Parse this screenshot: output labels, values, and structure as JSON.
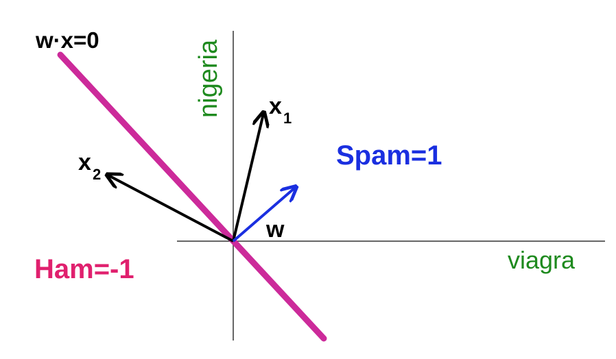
{
  "diagram": {
    "boundary_label": "w·x=0",
    "x_axis_label": "viagra",
    "y_axis_label": "nigeria",
    "spam_label": "Spam=1",
    "ham_label": "Ham=-1",
    "vectors": {
      "x1": {
        "base": "x",
        "sub": "1"
      },
      "x2": {
        "base": "x",
        "sub": "2"
      },
      "w": {
        "label": "w"
      }
    },
    "colors": {
      "boundary": "#cc2a9a",
      "spam": "#1a2fe0",
      "ham": "#e0206e",
      "axis_label": "#1e8a1e",
      "vector": "#000000",
      "weight_vector": "#1a2fe0",
      "axis": "#333333"
    }
  }
}
